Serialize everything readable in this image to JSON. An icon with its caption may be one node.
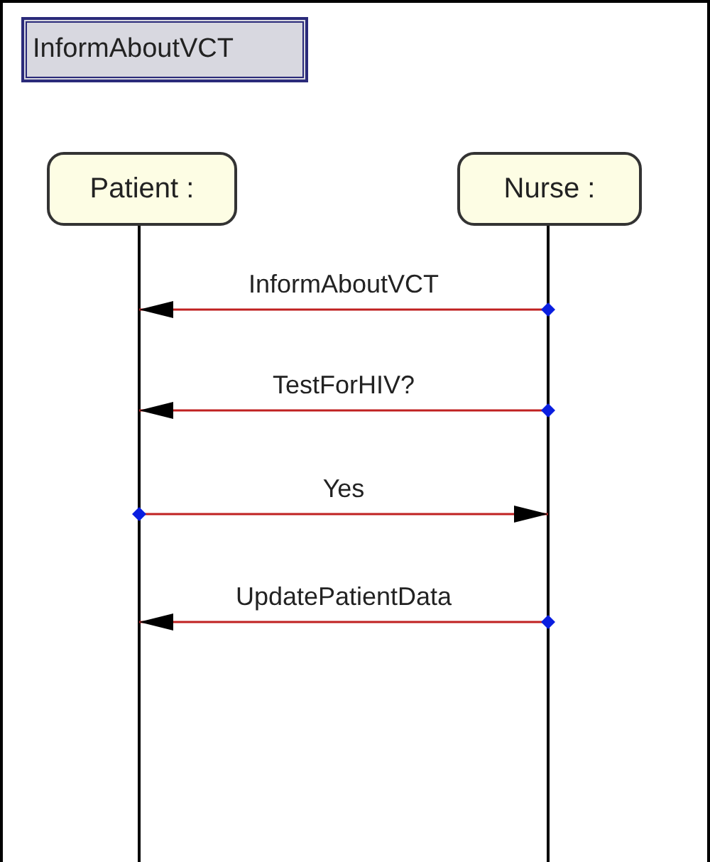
{
  "diagram": {
    "title": "InformAboutVCT",
    "nodes": [
      {
        "text": [
          "Patient :"
        ]
      },
      {
        "text": [
          "Nurse :"
        ]
      }
    ],
    "edges": [
      {
        "from": 1,
        "to": 0,
        "arrow": "to",
        "label": "InformAboutVCT"
      },
      {
        "from": 1,
        "to": 0,
        "arrow": "to",
        "label": "TestForHIV?"
      },
      {
        "from": 0,
        "to": 1,
        "arrow": "to",
        "label": "Yes"
      },
      {
        "from": 1,
        "to": 0,
        "arrow": "to",
        "label": "UpdatePatientData"
      }
    ]
  }
}
